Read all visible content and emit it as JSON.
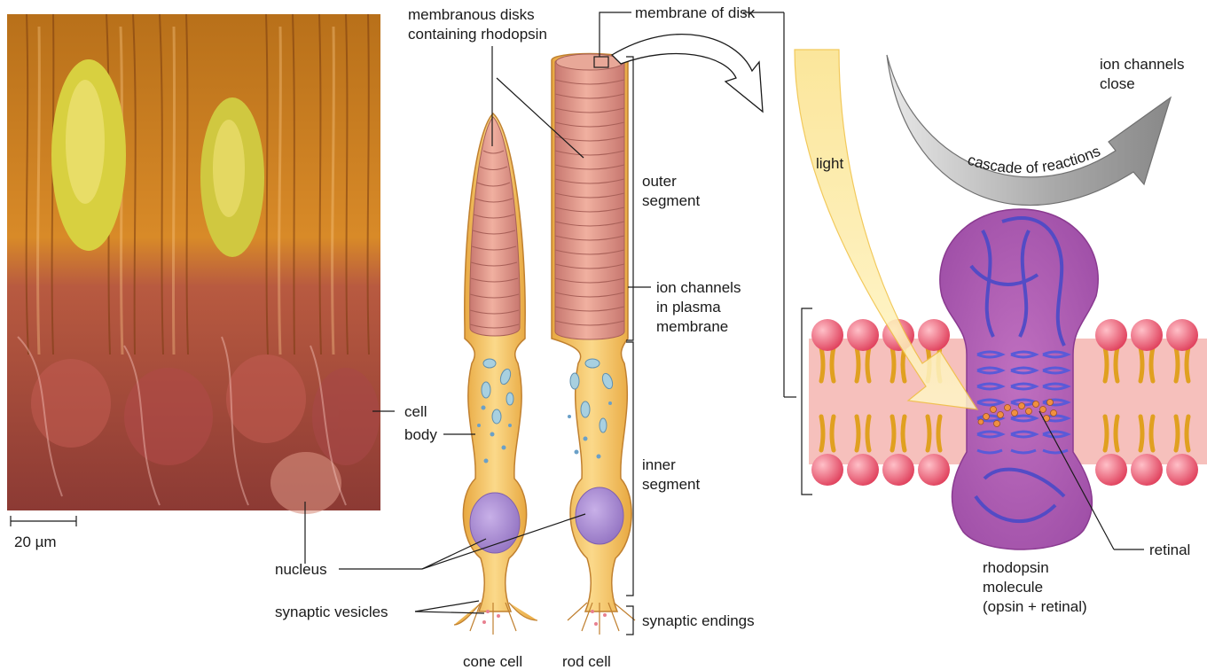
{
  "labels": {
    "membranous_disks_1": "membranous disks",
    "membranous_disks_2": "containing rhodopsin",
    "membrane_of_disk": "membrane of disk",
    "outer_segment_1": "outer",
    "outer_segment_2": "segment",
    "ion_channels_plasma_1": "ion channels",
    "ion_channels_plasma_2": "in plasma",
    "ion_channels_plasma_3": "membrane",
    "cell_body_1": "cell",
    "cell_body_2": "body",
    "inner_segment_1": "inner",
    "inner_segment_2": "segment",
    "nucleus": "nucleus",
    "synaptic_vesicles": "synaptic vesicles",
    "synaptic_endings": "synaptic endings",
    "cone_cell": "cone cell",
    "rod_cell": "rod cell",
    "scale_bar": "20 µm",
    "light": "light",
    "cascade": "cascade  of reactions",
    "ion_channels_close_1": "ion channels",
    "ion_channels_close_2": "close",
    "retinal": "retinal",
    "rhodopsin_1": "rhodopsin",
    "rhodopsin_2": "molecule",
    "rhodopsin_3": "(opsin + retinal)"
  },
  "colors": {
    "micrograph_top": "#c8781a",
    "micrograph_bottom": "#9a4a3a",
    "cell_yellow": "#f5c86a",
    "disk_pink": "#e2a090",
    "membrane_pink": "#f2b0b0",
    "head_red": "#e8506a",
    "opsin_purple": "#b060b0",
    "helix_blue": "#5a5ad0",
    "light_yellow": "#fff2b0",
    "cascade_gray": "#a0a0a0"
  }
}
